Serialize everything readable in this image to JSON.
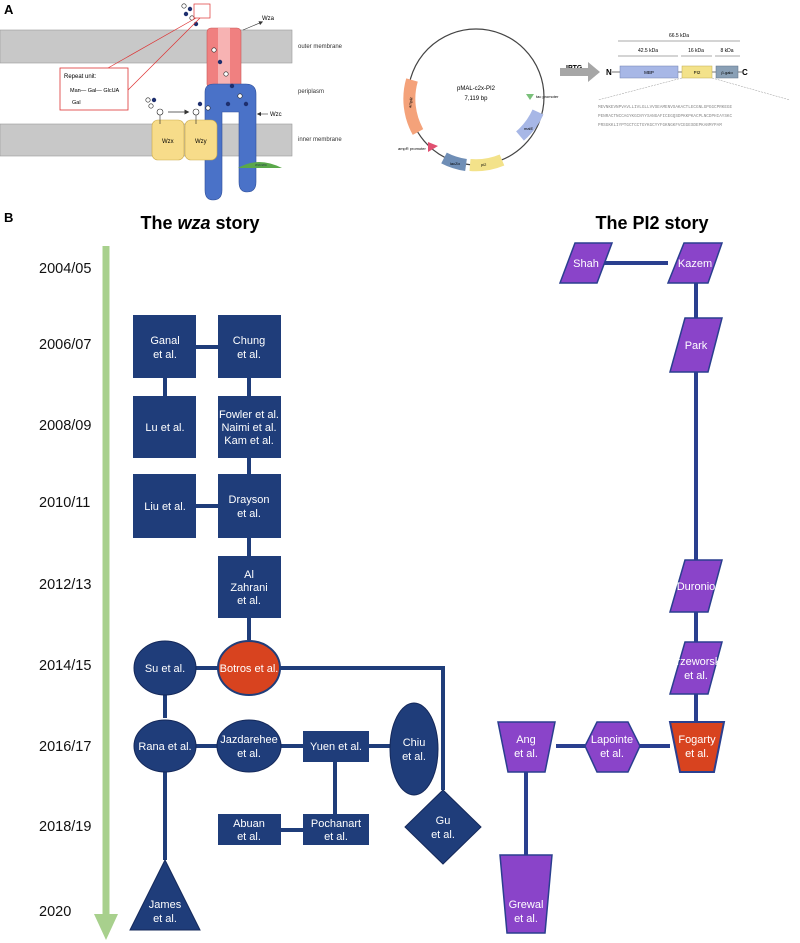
{
  "panel_a": {
    "label": "A",
    "membrane_labels": {
      "outer": "outer membrane",
      "periplasm": "periplasm",
      "inner": "inner membrane"
    },
    "proteins": {
      "wza": "Wza",
      "wzc": "Wzc",
      "wzx": "Wzx",
      "wzy": "Wzy",
      "green": "Wzb/Wzi"
    },
    "repeat_unit": {
      "title": "Repeat unit:",
      "line1": "Man— Gal— GlcUA",
      "line2": "Gal"
    },
    "plasmid": {
      "name": "pMAL-c2x-PI2",
      "size": "7,119 bp",
      "amp": "ampR",
      "amp_promoter": "ampR promoter",
      "tac": "tac promoter",
      "male": "malE",
      "pi2": "pi2",
      "lacZa": "lacZα"
    },
    "iptg": "IPTG",
    "construct": {
      "n": "N",
      "c": "C",
      "total": "66.5 kDa",
      "mbp_kda": "42.5 kDa",
      "pi2_kda": "16 kDa",
      "bgal_kda": "8 kDa",
      "mbp": "MBP",
      "pi2": "PI2",
      "bgal": "β-galα",
      "seq": [
        "MEVNKEVNPVAVLLIVLGLLVVSEAMENVSAKACTLECGNLGPGGCPRKEGE",
        "PENRACTNCCAGYKGCNYYSANGAFICEGQSDPKKPKACPLNCDPHIAYSKC",
        "PRSGKKLIYPTGCTCCTGYKGCYYFGKNGKFVCEGESDEPKANMYPAM"
      ]
    }
  },
  "panel_b": {
    "label": "B",
    "left_title_pre": "The ",
    "left_title_em": "wza",
    "left_title_post": " story",
    "right_title": "The PI2 story",
    "years": [
      "2004/05",
      "2006/07",
      "2008/09",
      "2010/11",
      "2012/13",
      "2014/15",
      "2016/17",
      "2018/19",
      "2020"
    ],
    "nodes": {
      "ganal": [
        "Ganal",
        "et al."
      ],
      "chung": [
        "Chung",
        "et al."
      ],
      "lu": [
        "Lu et al."
      ],
      "fowler": [
        "Fowler et al.",
        "Naimi et al.",
        "Kam et al."
      ],
      "liu": [
        "Liu et al."
      ],
      "drayson": [
        "Drayson",
        "et al."
      ],
      "alzahrani": [
        "Al",
        "Zahrani",
        "et al."
      ],
      "su": [
        "Su et al."
      ],
      "botros": [
        "Botros et al."
      ],
      "rana": [
        "Rana et al."
      ],
      "jazdarehee": [
        "Jazdarehee",
        "et al."
      ],
      "yuen": [
        "Yuen et al."
      ],
      "chiu": [
        "Chiu",
        "et al."
      ],
      "gu": [
        "Gu",
        "et al."
      ],
      "abuan": [
        "Abuan",
        "et al."
      ],
      "pochanart": [
        "Pochanart",
        "et al."
      ],
      "james": [
        "James",
        "et al."
      ],
      "shah": [
        "Shah"
      ],
      "kazem": [
        "Kazem"
      ],
      "park": [
        "Park"
      ],
      "duronio": [
        "Duronio"
      ],
      "przeworski": [
        "Przeworski",
        "et al."
      ],
      "ang": [
        "Ang",
        "et al."
      ],
      "lapointe": [
        "Lapointe",
        "et al."
      ],
      "fogarty": [
        "Fogarty",
        "et al."
      ],
      "grewal": [
        "Grewal",
        "et al."
      ]
    }
  },
  "colors": {
    "navy": "#1f3d7a",
    "purple": "#8a44c9",
    "red": "#d8431f",
    "arrow": "#a8d08d",
    "membrane": "#c8c8c8"
  }
}
